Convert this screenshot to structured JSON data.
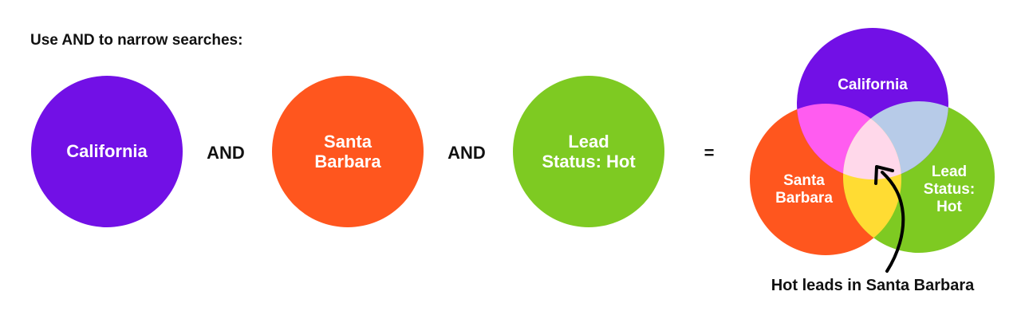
{
  "heading": "Use AND to narrow searches:",
  "operators": {
    "and_1": "AND",
    "and_2": "AND",
    "equals": "="
  },
  "circles": {
    "california": {
      "label": "California",
      "color": "#7210E6"
    },
    "santa_barbara": {
      "label_line1": "Santa",
      "label_line2": "Barbara",
      "color": "#FF561E"
    },
    "lead_status": {
      "label_line1": "Lead",
      "label_line2": "Status: Hot",
      "color": "#7ECA22"
    }
  },
  "venn": {
    "california": {
      "label": "California",
      "color": "#7210E6"
    },
    "santa_barbara": {
      "label_line1": "Santa",
      "label_line2": "Barbara",
      "color": "#FF561E"
    },
    "lead_status": {
      "label_line1": "Lead",
      "label_line2": "Status:",
      "label_line3": "Hot",
      "color": "#7ECA22"
    },
    "overlap_colors": {
      "california_santa_barbara": "#FF5CF0",
      "california_lead_status": "#B7CBE8",
      "santa_barbara_lead_status": "#FFDC33",
      "all_three": "#FFD8EA"
    }
  },
  "caption": "Hot leads in Santa Barbara"
}
